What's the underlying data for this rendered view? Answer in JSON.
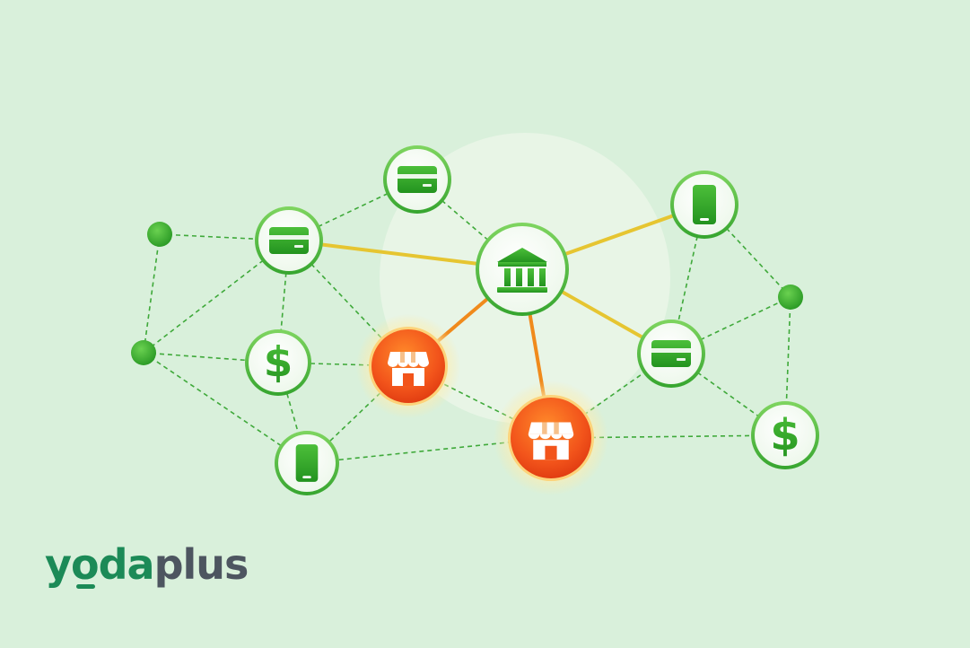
{
  "logo": {
    "part_y": "y",
    "part_o": "o",
    "part_da": "da",
    "part_plus": "plus"
  },
  "colors": {
    "background": "#d9f0db",
    "node_green": "#2fa52a",
    "node_ring": "#5cc34a",
    "merchant_orange": "#f2541b",
    "merchant_glow": "#fbe9a8",
    "link_dashed": "#3fa93a",
    "link_solid_yellow": "#e6c531",
    "link_solid_orange": "#f08a1c",
    "logo_green": "#1c8a57",
    "logo_gray": "#4d5560"
  },
  "nodes": [
    {
      "id": "bank",
      "icon": "bank-icon",
      "kind": "hub"
    },
    {
      "id": "card-top",
      "icon": "credit-card-icon",
      "kind": "green"
    },
    {
      "id": "card-left",
      "icon": "credit-card-icon",
      "kind": "green"
    },
    {
      "id": "card-right",
      "icon": "credit-card-icon",
      "kind": "green"
    },
    {
      "id": "phone-top-right",
      "icon": "smartphone-icon",
      "kind": "green"
    },
    {
      "id": "phone-bottom-left",
      "icon": "smartphone-icon",
      "kind": "green"
    },
    {
      "id": "dollar-left",
      "icon": "dollar-icon",
      "kind": "green"
    },
    {
      "id": "dollar-right",
      "icon": "dollar-icon",
      "kind": "green"
    },
    {
      "id": "store-left",
      "icon": "storefront-icon",
      "kind": "merchant"
    },
    {
      "id": "store-bottom",
      "icon": "storefront-icon",
      "kind": "merchant"
    },
    {
      "id": "dot-left-top",
      "icon": "dot-icon",
      "kind": "dot"
    },
    {
      "id": "dot-left-mid",
      "icon": "dot-icon",
      "kind": "dot"
    },
    {
      "id": "dot-right",
      "icon": "dot-icon",
      "kind": "dot"
    }
  ],
  "solid_links": [
    {
      "from": "bank",
      "to": "card-left",
      "color": "yellow"
    },
    {
      "from": "bank",
      "to": "phone-top-right",
      "color": "yellow"
    },
    {
      "from": "bank",
      "to": "card-right",
      "color": "yellow"
    },
    {
      "from": "bank",
      "to": "store-left",
      "color": "orange"
    },
    {
      "from": "bank",
      "to": "store-bottom",
      "color": "orange"
    }
  ],
  "dashed_links": [
    {
      "from": "dot-left-top",
      "to": "card-left"
    },
    {
      "from": "dot-left-top",
      "to": "dot-left-mid"
    },
    {
      "from": "card-left",
      "to": "card-top"
    },
    {
      "from": "card-top",
      "to": "bank"
    },
    {
      "from": "card-left",
      "to": "dot-left-mid"
    },
    {
      "from": "card-left",
      "to": "dollar-left"
    },
    {
      "from": "card-left",
      "to": "store-left"
    },
    {
      "from": "dot-left-mid",
      "to": "dollar-left"
    },
    {
      "from": "dot-left-mid",
      "to": "phone-bottom-left"
    },
    {
      "from": "dollar-left",
      "to": "store-left"
    },
    {
      "from": "dollar-left",
      "to": "phone-bottom-left"
    },
    {
      "from": "phone-bottom-left",
      "to": "store-left"
    },
    {
      "from": "phone-bottom-left",
      "to": "store-bottom"
    },
    {
      "from": "store-left",
      "to": "store-bottom"
    },
    {
      "from": "store-bottom",
      "to": "card-right"
    },
    {
      "from": "store-bottom",
      "to": "dollar-right"
    },
    {
      "from": "phone-top-right",
      "to": "card-right"
    },
    {
      "from": "phone-top-right",
      "to": "dot-right"
    },
    {
      "from": "card-right",
      "to": "dot-right"
    },
    {
      "from": "card-right",
      "to": "dollar-right"
    },
    {
      "from": "dot-right",
      "to": "dollar-right"
    }
  ]
}
